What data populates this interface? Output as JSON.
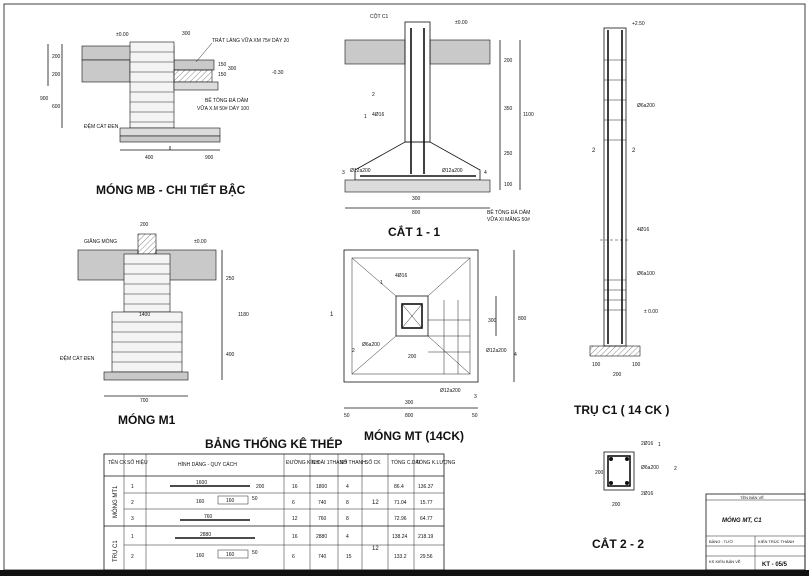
{
  "mb": {
    "title": "MÓNG MB - CHI TIẾT BẬC",
    "level0": "±0.00",
    "dim_300": "300",
    "note_plaster": "TRÁT LÁNG VỮA XM 75# DÀY 20",
    "dim_150": "150",
    "dim_150b": "150",
    "dim_300b": "300",
    "level_030": "-0.30",
    "note_concrete1": "BÊ TÔNG ĐÁ DĂM",
    "note_concrete2": "VỮA X.M 50# DÀY 100",
    "note_sand": "ĐỆM CÁT ĐEN",
    "dim_900": "900",
    "dim_200": "200",
    "dim_600": "600",
    "dim_200b": "200",
    "dim_400": "400",
    "dim_900b": "900"
  },
  "c11": {
    "title": "CẮT 1 - 1",
    "col_label": "CỘT C1",
    "level0": "±0.00",
    "mark1": "1",
    "mark2": "2",
    "mark3": "3",
    "mark4": "4",
    "bar_4phi16": "4Ø16",
    "bar_12a200a": "Ø12a200",
    "bar_12a200b": "Ø12a200",
    "dim_200": "200",
    "dim_350": "350",
    "dim_250": "250",
    "dim_100": "100",
    "dim_1100": "1100",
    "dim_800": "800",
    "dim_300": "300",
    "note_concrete1": "BÊ TÔNG ĐÁ DĂM",
    "note_concrete2": "VỮA XI MĂNG 50#"
  },
  "m1": {
    "title": "MÓNG M1",
    "beam_label": "GIẰNG MÓNG",
    "level0": "±0.00",
    "dim_200": "200",
    "dim_250": "250",
    "dim_1400": "1400",
    "dim_400": "400",
    "dim_1180": "1180",
    "dim_700": "700",
    "note_sand": "ĐỆM CÁT ĐEN"
  },
  "mt": {
    "title": "MÓNG MT (14CK)",
    "section_mark": "1",
    "bar_4phi16": "4Ø16",
    "bar_6a200": "Ø6a200",
    "bar_12a200": "Ø12a200",
    "bar_12a200b": "Ø12a200",
    "dim_200": "200",
    "dim_300": "300",
    "dim_800": "800",
    "dim_300b": "300",
    "dim_800b": "800",
    "dim_50": "50",
    "dim_50b": "50",
    "mark1": "1",
    "mark2": "2",
    "mark3": "3",
    "mark4": "4"
  },
  "col": {
    "title": "TRỤ C1 ( 14 CK )",
    "level_top": "+2.50",
    "bar_6a200": "Ø6a200",
    "bar_4phi16": "4Ø16",
    "bar_6a100": "Ø6a100",
    "level0": "± 0.00",
    "section_mark": "2",
    "section_mark_b": "2",
    "dim_100": "100",
    "dim_100b": "100",
    "dim_200": "200"
  },
  "c22": {
    "title": "CẮT 2 - 2",
    "bar_top": "2Ø16",
    "bar_tie": "Ø6a200",
    "bar_bot": "2Ø16",
    "mark1": "1",
    "mark2": "2",
    "dim_200": "200",
    "dim_200b": "200"
  },
  "table": {
    "title": "BẢNG THỐNG KÊ THÉP",
    "headers": {
      "ck": "TÊN CK",
      "sh": "SỐ HIỆU",
      "shape": "HÌNH DÁNG - QUY CÁCH",
      "dk": "ĐƯỜNG KÍNH",
      "cd": "C.DÀI 1THANH",
      "st": "SỐ THANH",
      "sck": "SỐ CK",
      "tcd": "TỔNG C.DÀI",
      "tkl": "TỔNG K.LƯỢNG"
    },
    "group1": "MÓNG MT1",
    "group2": "TRỤ C1",
    "sck1": "12",
    "sck2": "12",
    "rows": [
      {
        "sh": "1",
        "s1": "1600",
        "s2": "200",
        "s3": "",
        "dk": "16",
        "cd": "1800",
        "st": "4",
        "tcd": "86.4",
        "tkl": "136.37"
      },
      {
        "sh": "2",
        "s1": "160",
        "s2": "160",
        "s3": "50",
        "dk": "6",
        "cd": "740",
        "st": "8",
        "tcd": "71.04",
        "tkl": "15.77"
      },
      {
        "sh": "3",
        "s1": "760",
        "s2": "",
        "s3": "",
        "dk": "12",
        "cd": "760",
        "st": "8",
        "tcd": "72.96",
        "tkl": "64.77"
      },
      {
        "sh": "1",
        "s1": "2880",
        "s2": "",
        "s3": "",
        "dk": "16",
        "cd": "2880",
        "st": "4",
        "tcd": "138.24",
        "tkl": "218.19"
      },
      {
        "sh": "2",
        "s1": "160",
        "s2": "160",
        "s3": "50",
        "dk": "6",
        "cd": "740",
        "st": "15",
        "tcd": "133.2",
        "tkl": "29.56"
      }
    ]
  },
  "titleblock": {
    "caption": "TÊN BẢN VẼ",
    "drawing_name": "MÓNG MT, C1",
    "scale_label": "BẢNG : TƯỜ",
    "designer": "KIẾN TRÚC THÀNH",
    "checker": "KS KIẾN BẢN VẼ",
    "sheet_no": "KT - 05/5"
  }
}
